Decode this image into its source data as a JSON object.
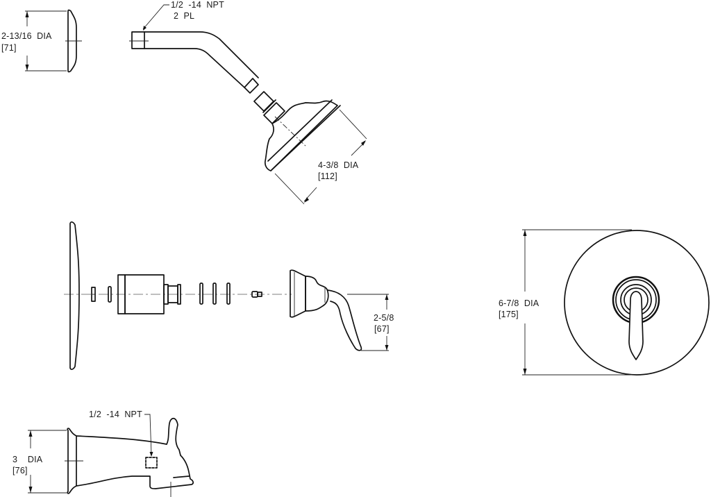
{
  "drawing": {
    "type": "exploded technical drawing",
    "components": [
      {
        "id": "flange",
        "dimension": "2-13/16  DIA",
        "metric": "[71]"
      },
      {
        "id": "shower-arm",
        "callout_line1": "1/2  -14  NPT",
        "callout_line2": "2  PL"
      },
      {
        "id": "shower-head",
        "dimension": "4-3/8  DIA",
        "metric": "[112]"
      },
      {
        "id": "valve-handle-side",
        "dimension": "2-5/8",
        "metric": "[67]"
      },
      {
        "id": "trim-plate-front",
        "dimension": "6-7/8  DIA",
        "metric": "[175]"
      },
      {
        "id": "tub-spout",
        "callout": "1/2  -14  NPT",
        "dimension": "3    DIA",
        "metric": "[76]"
      }
    ]
  }
}
